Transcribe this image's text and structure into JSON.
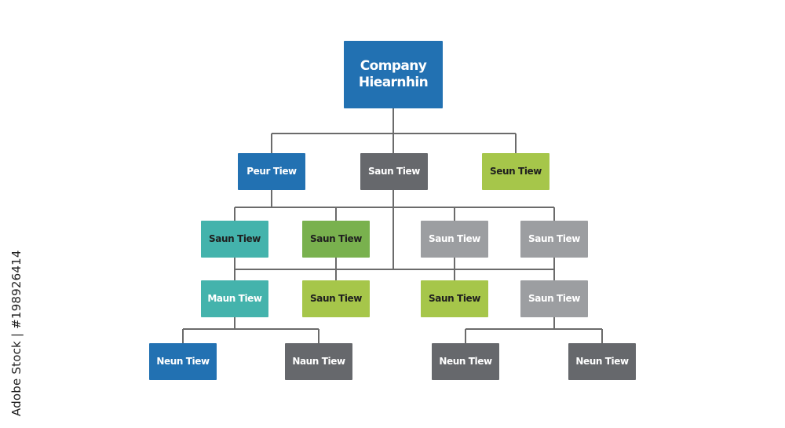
{
  "root": {
    "label": "Company\nHiearnhin",
    "color": "#2271b2"
  },
  "level1": [
    {
      "label": "Peur Tiew",
      "color": "#2271b2"
    },
    {
      "label": "Saun Tiew",
      "color": "#66686c"
    },
    {
      "label": "Seun Tiew",
      "color": "#a6c64a"
    }
  ],
  "level2": [
    {
      "label": "Saun Tiew",
      "color": "#44b3ac"
    },
    {
      "label": "Saun Tiew",
      "color": "#79b14e"
    },
    {
      "label": "Saun Tiew",
      "color": "#9c9ea1"
    },
    {
      "label": "Saun Tiew",
      "color": "#9c9ea1"
    }
  ],
  "level3": [
    {
      "label": "Maun Tiew",
      "color": "#44b3ac"
    },
    {
      "label": "Saun Tiew",
      "color": "#a6c64a"
    },
    {
      "label": "Saun Tiew",
      "color": "#a6c64a"
    },
    {
      "label": "Saun Tiew",
      "color": "#9c9ea1"
    }
  ],
  "level4": [
    {
      "label": "Neun Tiew",
      "color": "#2271b2"
    },
    {
      "label": "Naun Tiew",
      "color": "#66686c"
    },
    {
      "label": "Neun Tlew",
      "color": "#66686c"
    },
    {
      "label": "Neun Tiew",
      "color": "#66686c"
    }
  ],
  "connector_color": "#6b6b6b",
  "watermark": "Adobe Stock | #198926414"
}
